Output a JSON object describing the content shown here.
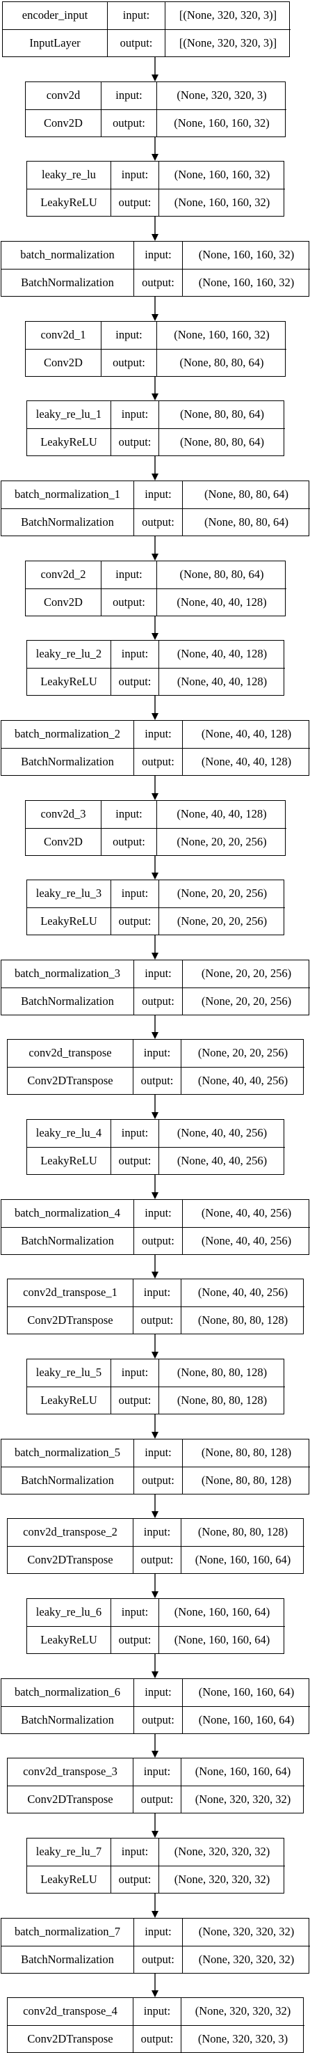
{
  "labels": {
    "input": "input:",
    "output": "output:"
  },
  "arrow_color": "#000000",
  "layers": [
    {
      "name": "encoder_input",
      "type": "InputLayer",
      "input": "[(None, 320, 320, 3)]",
      "output": "[(None, 320, 320, 3)]"
    },
    {
      "name": "conv2d",
      "type": "Conv2D",
      "input": "(None, 320, 320, 3)",
      "output": "(None, 160, 160, 32)"
    },
    {
      "name": "leaky_re_lu",
      "type": "LeakyReLU",
      "input": "(None, 160, 160, 32)",
      "output": "(None, 160, 160, 32)"
    },
    {
      "name": "batch_normalization",
      "type": "BatchNormalization",
      "input": "(None, 160, 160, 32)",
      "output": "(None, 160, 160, 32)"
    },
    {
      "name": "conv2d_1",
      "type": "Conv2D",
      "input": "(None, 160, 160, 32)",
      "output": "(None, 80, 80, 64)"
    },
    {
      "name": "leaky_re_lu_1",
      "type": "LeakyReLU",
      "input": "(None, 80, 80, 64)",
      "output": "(None, 80, 80, 64)"
    },
    {
      "name": "batch_normalization_1",
      "type": "BatchNormalization",
      "input": "(None, 80, 80, 64)",
      "output": "(None, 80, 80, 64)"
    },
    {
      "name": "conv2d_2",
      "type": "Conv2D",
      "input": "(None, 80, 80, 64)",
      "output": "(None, 40, 40, 128)"
    },
    {
      "name": "leaky_re_lu_2",
      "type": "LeakyReLU",
      "input": "(None, 40, 40, 128)",
      "output": "(None, 40, 40, 128)"
    },
    {
      "name": "batch_normalization_2",
      "type": "BatchNormalization",
      "input": "(None, 40, 40, 128)",
      "output": "(None, 40, 40, 128)"
    },
    {
      "name": "conv2d_3",
      "type": "Conv2D",
      "input": "(None, 40, 40, 128)",
      "output": "(None, 20, 20, 256)"
    },
    {
      "name": "leaky_re_lu_3",
      "type": "LeakyReLU",
      "input": "(None, 20, 20, 256)",
      "output": "(None, 20, 20, 256)"
    },
    {
      "name": "batch_normalization_3",
      "type": "BatchNormalization",
      "input": "(None, 20, 20, 256)",
      "output": "(None, 20, 20, 256)"
    },
    {
      "name": "conv2d_transpose",
      "type": "Conv2DTranspose",
      "input": "(None, 20, 20, 256)",
      "output": "(None, 40, 40, 256)"
    },
    {
      "name": "leaky_re_lu_4",
      "type": "LeakyReLU",
      "input": "(None, 40, 40, 256)",
      "output": "(None, 40, 40, 256)"
    },
    {
      "name": "batch_normalization_4",
      "type": "BatchNormalization",
      "input": "(None, 40, 40, 256)",
      "output": "(None, 40, 40, 256)"
    },
    {
      "name": "conv2d_transpose_1",
      "type": "Conv2DTranspose",
      "input": "(None, 40, 40, 256)",
      "output": "(None, 80, 80, 128)"
    },
    {
      "name": "leaky_re_lu_5",
      "type": "LeakyReLU",
      "input": "(None, 80, 80, 128)",
      "output": "(None, 80, 80, 128)"
    },
    {
      "name": "batch_normalization_5",
      "type": "BatchNormalization",
      "input": "(None, 80, 80, 128)",
      "output": "(None, 80, 80, 128)"
    },
    {
      "name": "conv2d_transpose_2",
      "type": "Conv2DTranspose",
      "input": "(None, 80, 80, 128)",
      "output": "(None, 160, 160, 64)"
    },
    {
      "name": "leaky_re_lu_6",
      "type": "LeakyReLU",
      "input": "(None, 160, 160, 64)",
      "output": "(None, 160, 160, 64)"
    },
    {
      "name": "batch_normalization_6",
      "type": "BatchNormalization",
      "input": "(None, 160, 160, 64)",
      "output": "(None, 160, 160, 64)"
    },
    {
      "name": "conv2d_transpose_3",
      "type": "Conv2DTranspose",
      "input": "(None, 160, 160, 64)",
      "output": "(None, 320, 320, 32)"
    },
    {
      "name": "leaky_re_lu_7",
      "type": "LeakyReLU",
      "input": "(None, 320, 320, 32)",
      "output": "(None, 320, 320, 32)"
    },
    {
      "name": "batch_normalization_7",
      "type": "BatchNormalization",
      "input": "(None, 320, 320, 32)",
      "output": "(None, 320, 320, 32)"
    },
    {
      "name": "conv2d_transpose_4",
      "type": "Conv2DTranspose",
      "input": "(None, 320, 320, 32)",
      "output": "(None, 320, 320, 3)"
    }
  ]
}
